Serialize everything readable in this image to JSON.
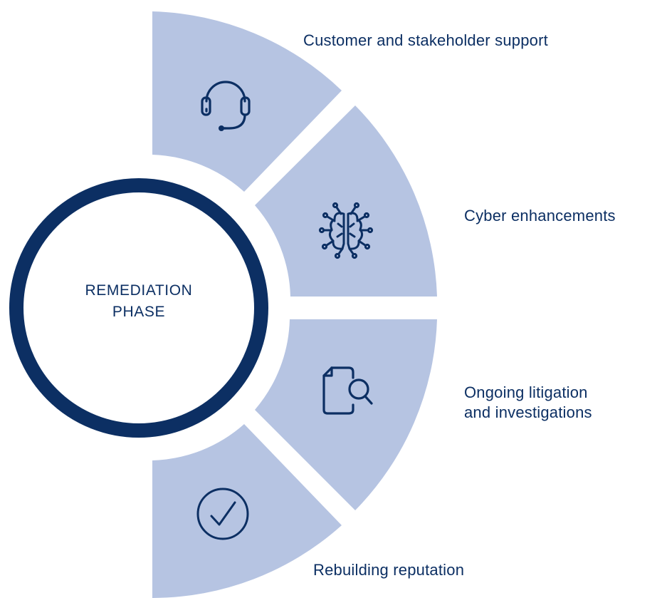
{
  "diagram": {
    "center": {
      "lines": [
        "REMEDIATION",
        "PHASE"
      ]
    },
    "segments": [
      {
        "id": "support",
        "icon": "headset-icon",
        "label_lines": [
          "Customer and stakeholder support"
        ]
      },
      {
        "id": "cyber",
        "icon": "circuit-brain-icon",
        "label_lines": [
          "Cyber enhancements"
        ]
      },
      {
        "id": "litigation",
        "icon": "document-search-icon",
        "label_lines": [
          "Ongoing litigation",
          "and investigations"
        ]
      },
      {
        "id": "reputation",
        "icon": "check-circle-icon",
        "label_lines": [
          "Rebuilding reputation"
        ]
      }
    ],
    "colors": {
      "segment_fill": "#b6c4e2",
      "ring": "#0c2f63",
      "text": "#0c2f63",
      "icon": "#0c2f63",
      "background": "#ffffff"
    }
  }
}
